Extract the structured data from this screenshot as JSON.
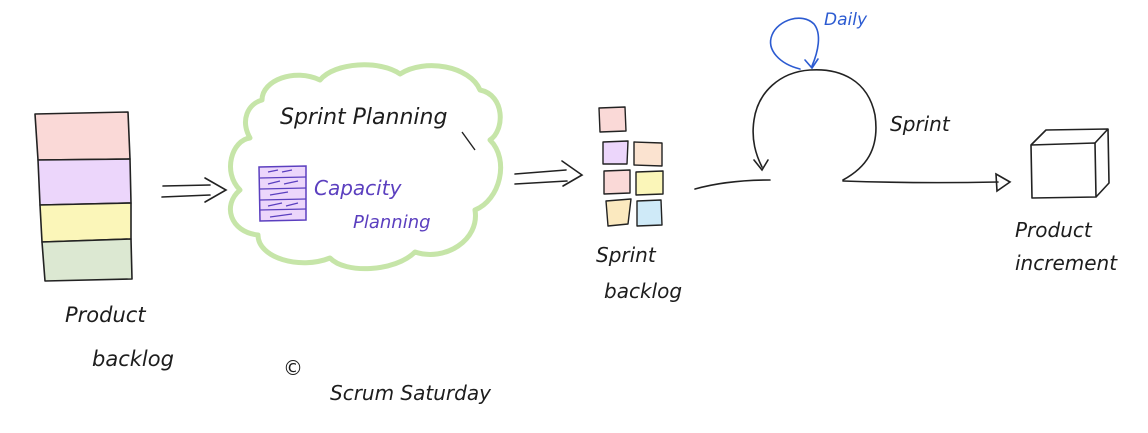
{
  "labels": {
    "product_backlog_line1": "Product",
    "product_backlog_line2": "backlog",
    "sprint_planning": "Sprint Planning",
    "capacity_line1": "Capacity",
    "capacity_line2": "Planning",
    "sprint_backlog_line1": "Sprint",
    "sprint_backlog_line2": "backlog",
    "daily": "Daily",
    "sprint": "Sprint",
    "product_increment_line1": "Product",
    "product_increment_line2": "increment",
    "copyright_symbol": "©",
    "credit": "Scrum Saturday"
  },
  "colors": {
    "backlog_pink": "#fad9d7",
    "backlog_purple": "#ecd6fb",
    "backlog_yellow": "#fbf6b9",
    "backlog_green": "#dce8d2",
    "cloud_green": "#c6e5a8",
    "capacity_purple": "#5b3fbf",
    "daily_blue": "#2c5bd1",
    "note_blue": "#cfeaf8",
    "note_peach": "#fbe3d0"
  }
}
